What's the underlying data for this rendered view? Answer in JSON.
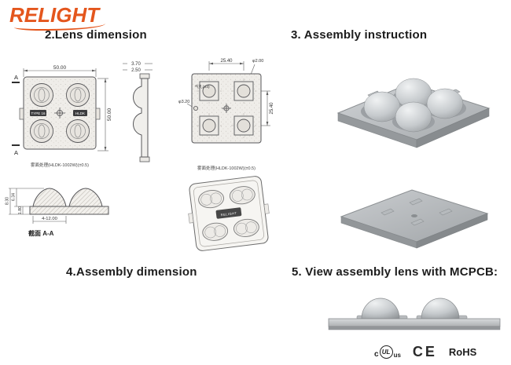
{
  "logo": {
    "brand": "RELIGHT"
  },
  "headings": {
    "lens_dimension": "2.Lens dimension",
    "assembly_instruction": "3. Assembly instruction",
    "assembly_dimension": "4.Assembly dimension",
    "view_assembly": "5. View assembly lens with MCPCB:"
  },
  "front_view": {
    "dim_width": "50.00",
    "dim_height": "50.00",
    "section_marker": "A",
    "badge_left": "TYPE 16",
    "badge_right": "HLDK",
    "note": "雾面处理(HLDK-1002W)(±0.5)"
  },
  "side_view": {
    "dim_total": "3.70",
    "dim_step": "2.50"
  },
  "top_view": {
    "dim_pitch_x": "25.40",
    "dim_pitch_y": "25.40",
    "hole_small": "φ2.00",
    "hole_large": "φ3.20",
    "vent_label": "气孔(X4)",
    "note": "雾面处理(HLDK-1002W)(±0.5)"
  },
  "section_view": {
    "dim_h1": "8.30",
    "dim_h2": "6.34",
    "dim_h3": "1.80",
    "dim_hole": "4-12.00",
    "label": "截面 A-A"
  },
  "plate_view": {
    "stamp": "RELIGHT"
  },
  "certifications": {
    "ul_prefix": "c",
    "ul": "UL",
    "ul_suffix": "us",
    "ce": "CE",
    "rohs": "RoHS"
  }
}
